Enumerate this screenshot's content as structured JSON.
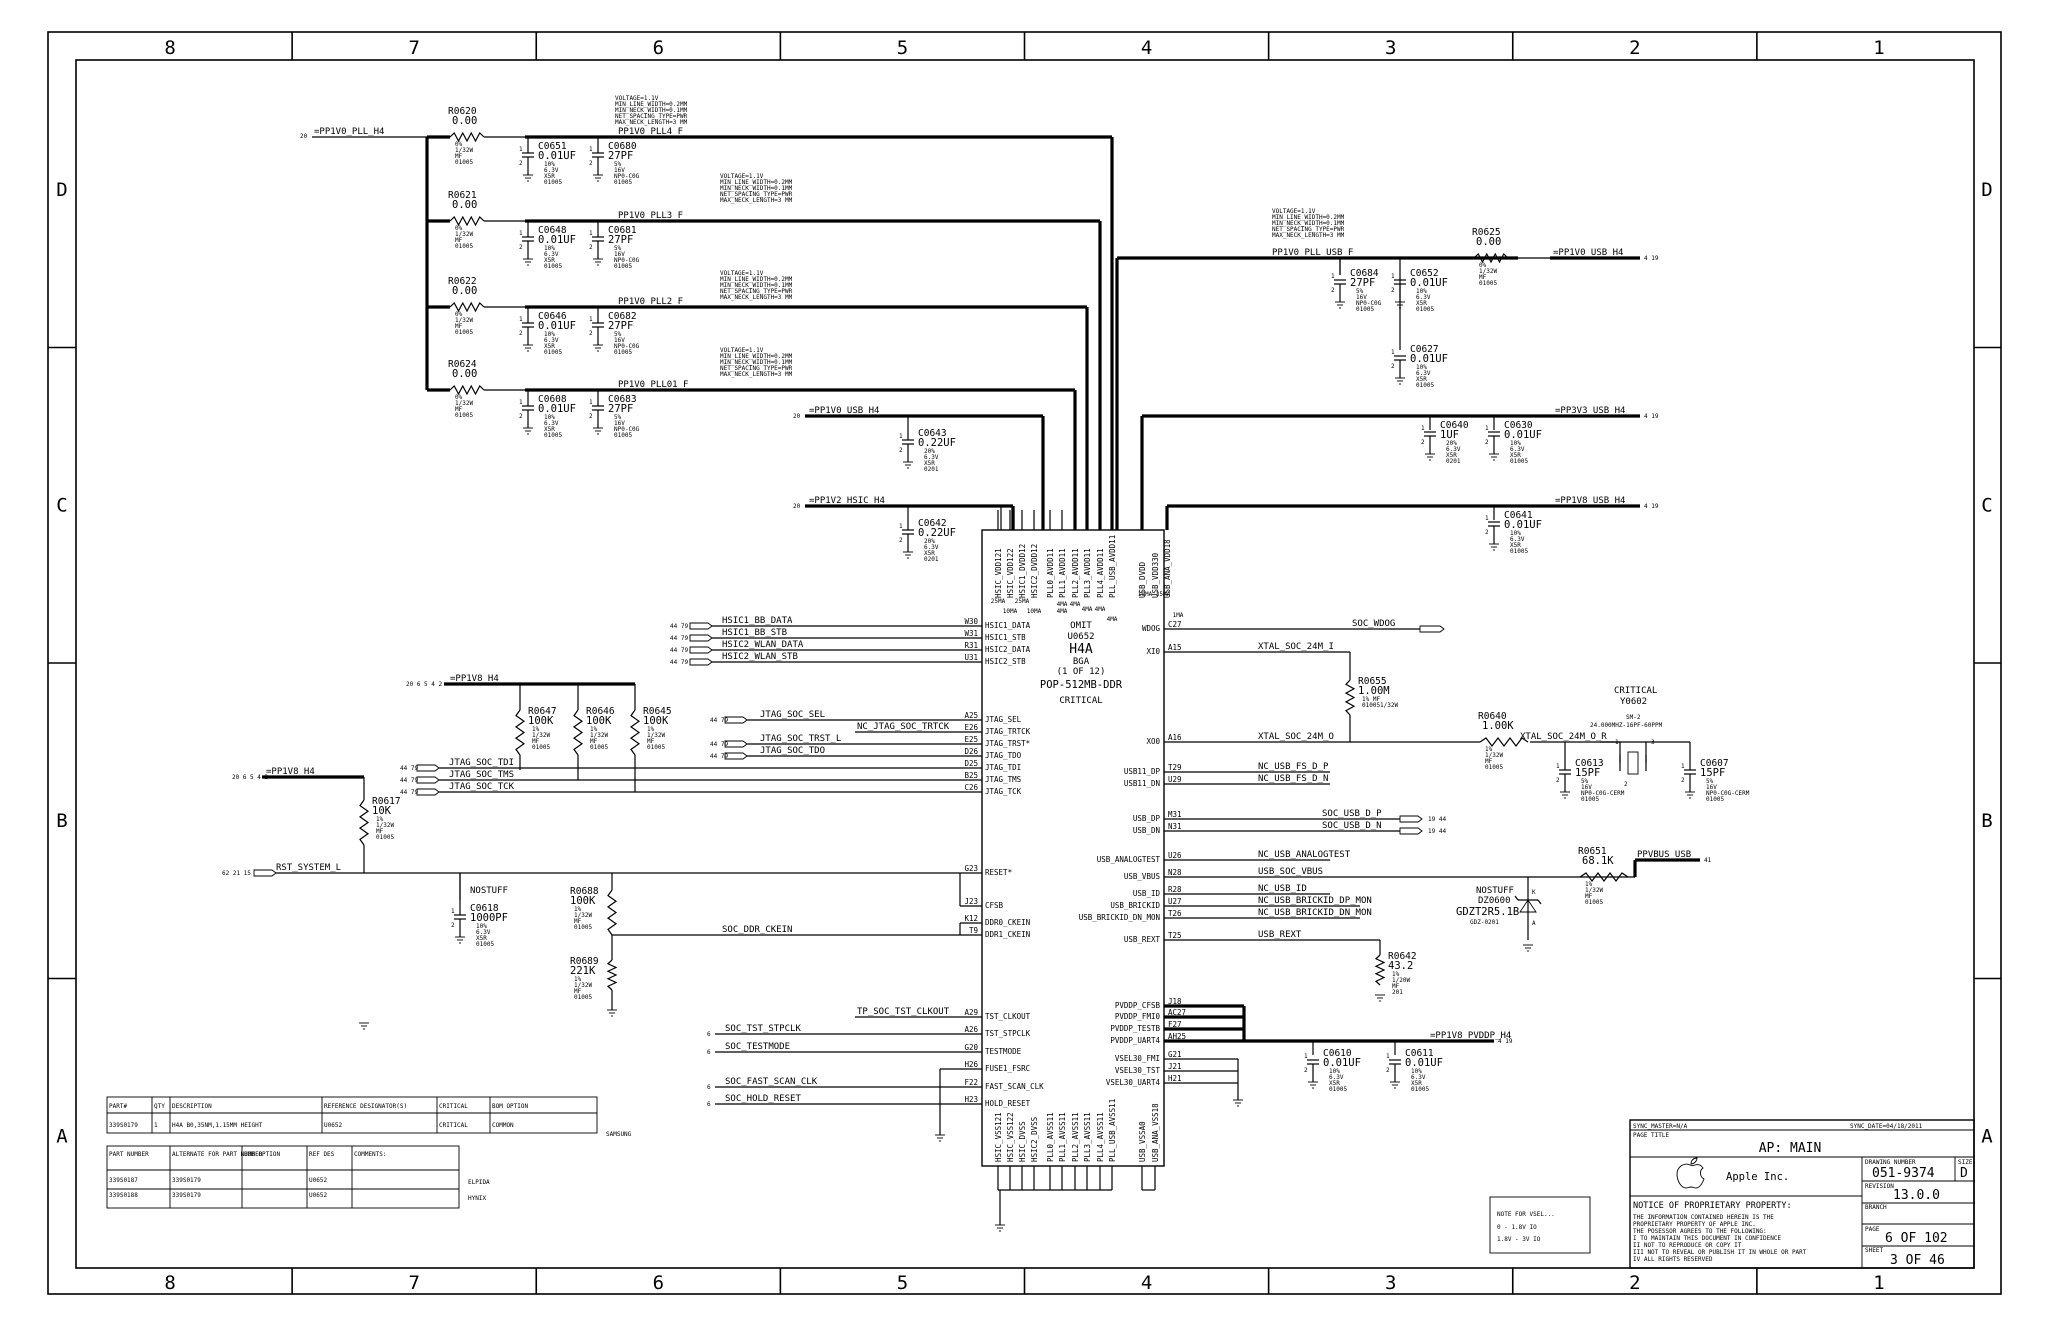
{
  "zones": {
    "columns": [
      "8",
      "7",
      "6",
      "5",
      "4",
      "3",
      "2",
      "1"
    ],
    "rows": [
      "D",
      "C",
      "B",
      "A"
    ]
  },
  "rails": [
    {
      "name": "=PP1V0_PLL_H4"
    },
    {
      "name": "PP1V0_PLL4_F"
    },
    {
      "name": "PP1V0_PLL3_F"
    },
    {
      "name": "PP1V0_PLL2_F"
    },
    {
      "name": "PP1V0_PLL01_F"
    },
    {
      "name": "=PP1V0_USB_H4"
    },
    {
      "name": "=PP1V2_HSIC_H4"
    },
    {
      "name": "PP1V0_PLL_USB_F"
    },
    {
      "name": "=PP1V0_USB_H4"
    },
    {
      "name": "=PP3V3_USB_H4"
    },
    {
      "name": "=PP1V8_USB_H4"
    },
    {
      "name": "=PP1V8_H4"
    },
    {
      "name": "=PP1V8_H4"
    },
    {
      "name": "=PP1V8_PVDDP_H4"
    },
    {
      "name": "PPVBUS_USB"
    }
  ],
  "net_rules": {
    "voltage": "VOLTAGE=1.1V",
    "min_line": "MIN_LINE_WIDTH=0.2MM",
    "min_neck": "MIN_NECK_WIDTH=0.1MM",
    "spacing": "NET_SPACING_TYPE=PWR",
    "max_neck": "MAX_NECK_LENGTH=3 MM"
  },
  "resistors": [
    {
      "ref": "R0620",
      "value": "0.00",
      "specs": [
        "0%",
        "1/32W",
        "MF",
        "01005"
      ]
    },
    {
      "ref": "R0621",
      "value": "0.00",
      "specs": [
        "0%",
        "1/32W",
        "MF",
        "01005"
      ]
    },
    {
      "ref": "R0622",
      "value": "0.00",
      "specs": [
        "0%",
        "1/32W",
        "MF",
        "01005"
      ]
    },
    {
      "ref": "R0624",
      "value": "0.00",
      "specs": [
        "0%",
        "1/32W",
        "MF",
        "01005"
      ]
    },
    {
      "ref": "R0625",
      "value": "0.00",
      "specs": [
        "0%",
        "1/32W",
        "MF",
        "01005"
      ]
    },
    {
      "ref": "R0647",
      "value": "100K",
      "specs": [
        "1%",
        "1/32W",
        "MF",
        "01005"
      ]
    },
    {
      "ref": "R0646",
      "value": "100K",
      "specs": [
        "1%",
        "1/32W",
        "MF",
        "01005"
      ]
    },
    {
      "ref": "R0645",
      "value": "100K",
      "specs": [
        "1%",
        "1/32W",
        "MF",
        "01005"
      ]
    },
    {
      "ref": "R0617",
      "value": "10K",
      "specs": [
        "1%",
        "1/32W",
        "MF",
        "01005"
      ]
    },
    {
      "ref": "R0688",
      "value": "100K",
      "specs": [
        "1%",
        "1/32W",
        "MF",
        "01005"
      ]
    },
    {
      "ref": "R0689",
      "value": "221K",
      "specs": [
        "1%",
        "1/32W",
        "MF",
        "01005"
      ]
    },
    {
      "ref": "R0655",
      "value": "1.00M",
      "specs": [
        "1% MF",
        "010051/32W"
      ]
    },
    {
      "ref": "R0640",
      "value": "1.00K",
      "specs": [
        "1%",
        "1/32W",
        "MF",
        "01005"
      ]
    },
    {
      "ref": "R0651",
      "value": "68.1K",
      "specs": [
        "1%",
        "1/32W",
        "MF",
        "01005"
      ]
    },
    {
      "ref": "R0642",
      "value": "43.2",
      "specs": [
        "1%",
        "1/20W",
        "MF",
        "201"
      ]
    }
  ],
  "capacitors": [
    {
      "ref": "C0651",
      "value": "0.01UF",
      "specs": [
        "10%",
        "6.3V",
        "X5R",
        "01005"
      ]
    },
    {
      "ref": "C0680",
      "value": "27PF",
      "specs": [
        "5%",
        "16V",
        "NP0-C0G",
        "01005"
      ]
    },
    {
      "ref": "C0648",
      "value": "0.01UF",
      "specs": [
        "10%",
        "6.3V",
        "X5R",
        "01005"
      ]
    },
    {
      "ref": "C0681",
      "value": "27PF",
      "specs": [
        "5%",
        "16V",
        "NP0-C0G",
        "01005"
      ]
    },
    {
      "ref": "C0646",
      "value": "0.01UF",
      "specs": [
        "10%",
        "6.3V",
        "X5R",
        "01005"
      ]
    },
    {
      "ref": "C0682",
      "value": "27PF",
      "specs": [
        "5%",
        "16V",
        "NP0-C0G",
        "01005"
      ]
    },
    {
      "ref": "C0608",
      "value": "0.01UF",
      "specs": [
        "10%",
        "6.3V",
        "X5R",
        "01005"
      ]
    },
    {
      "ref": "C0683",
      "value": "27PF",
      "specs": [
        "5%",
        "16V",
        "NP0-C0G",
        "01005"
      ]
    },
    {
      "ref": "C0643",
      "value": "0.22UF",
      "specs": [
        "20%",
        "6.3V",
        "X5R",
        "0201"
      ]
    },
    {
      "ref": "C0642",
      "value": "0.22UF",
      "specs": [
        "20%",
        "6.3V",
        "X5R",
        "0201"
      ]
    },
    {
      "ref": "C0684",
      "value": "27PF",
      "specs": [
        "5%",
        "16V",
        "NP0-C0G",
        "01005"
      ]
    },
    {
      "ref": "C0652",
      "value": "0.01UF",
      "specs": [
        "10%",
        "6.3V",
        "X5R",
        "01005"
      ]
    },
    {
      "ref": "C0627",
      "value": "0.01UF",
      "specs": [
        "10%",
        "6.3V",
        "X5R",
        "01005"
      ]
    },
    {
      "ref": "C0640",
      "value": "1UF",
      "specs": [
        "20%",
        "6.3V",
        "X5R",
        "0201"
      ]
    },
    {
      "ref": "C0630",
      "value": "0.01UF",
      "specs": [
        "10%",
        "6.3V",
        "X5R",
        "01005"
      ]
    },
    {
      "ref": "C0641",
      "value": "0.01UF",
      "specs": [
        "10%",
        "6.3V",
        "X5R",
        "01005"
      ]
    },
    {
      "ref": "C0613",
      "value": "15PF",
      "specs": [
        "5%",
        "16V",
        "NP0-C0G-CERM",
        "01005"
      ]
    },
    {
      "ref": "C0607",
      "value": "15PF",
      "specs": [
        "5%",
        "16V",
        "NP0-C0G-CERM",
        "01005"
      ]
    },
    {
      "ref": "C0618",
      "value": "1000PF",
      "specs": [
        "10%",
        "6.3V",
        "X5R",
        "01005"
      ]
    },
    {
      "ref": "C0610",
      "value": "0.01UF",
      "specs": [
        "10%",
        "6.3V",
        "X5R",
        "01005"
      ]
    },
    {
      "ref": "C0611",
      "value": "0.01UF",
      "specs": [
        "10%",
        "6.3V",
        "X5R",
        "01005"
      ]
    }
  ],
  "nostuff": "NOSTUFF",
  "chip": {
    "omit": "OMIT",
    "ref": "U0652",
    "name": "H4A",
    "pkg": "BGA",
    "part": "(1 OF 12)",
    "mem": "POP-512MB-DDR",
    "crit": "CRITICAL",
    "top_pins": [
      "HSIC_VDD121",
      "HSIC_VDD122",
      "HSIC1_DVDD12",
      "HSIC2_DVDD12",
      "PLL0_AVDD11",
      "PLL1_AVDD11",
      "PLL2_AVDD11",
      "PLL3_AVDD11",
      "PLL4_AVDD11",
      "PLL_USB_AVDD11"
    ],
    "top_pins_r": [
      "USB_DVDD",
      "USB_VDD330",
      "USB_ANA_VDD18"
    ],
    "left_pins": [
      {
        "num": "W30",
        "name": "HSIC1_DATA"
      },
      {
        "num": "W31",
        "name": "HSIC1_STB"
      },
      {
        "num": "R31",
        "name": "HSIC2_DATA"
      },
      {
        "num": "U31",
        "name": "HSIC2_STB"
      },
      {
        "num": "A25",
        "name": "JTAG_SEL"
      },
      {
        "num": "E26",
        "name": "JTAG_TRTCK"
      },
      {
        "num": "E25",
        "name": "JTAG_TRST*"
      },
      {
        "num": "D26",
        "name": "JTAG_TDO"
      },
      {
        "num": "D25",
        "name": "JTAG_TDI"
      },
      {
        "num": "B25",
        "name": "JTAG_TMS"
      },
      {
        "num": "C26",
        "name": "JTAG_TCK"
      },
      {
        "num": "G23",
        "name": "RESET*"
      },
      {
        "num": "J23",
        "name": "CFSB"
      },
      {
        "num": "K12",
        "name": "DDR0_CKEIN"
      },
      {
        "num": "T9",
        "name": "DDR1_CKEIN"
      },
      {
        "num": "A29",
        "name": "TST_CLKOUT"
      },
      {
        "num": "A26",
        "name": "TST_STPCLK"
      },
      {
        "num": "G20",
        "name": "TESTMODE"
      },
      {
        "num": "H26",
        "name": "FUSE1_FSRC"
      },
      {
        "num": "F22",
        "name": "FAST_SCAN_CLK"
      },
      {
        "num": "H23",
        "name": "HOLD_RESET"
      }
    ],
    "right_pins": [
      {
        "num": "C27",
        "name": "WDOG"
      },
      {
        "num": "A15",
        "name": "XI0"
      },
      {
        "num": "A16",
        "name": "XO0"
      },
      {
        "num": "T29",
        "name": "USB11_DP"
      },
      {
        "num": "U29",
        "name": "USB11_DN"
      },
      {
        "num": "M31",
        "name": "USB_DP"
      },
      {
        "num": "N31",
        "name": "USB_DN"
      },
      {
        "num": "U26",
        "name": "USB_ANALOGTEST"
      },
      {
        "num": "N28",
        "name": "USB_VBUS"
      },
      {
        "num": "R28",
        "name": "USB_ID"
      },
      {
        "num": "U27",
        "name": "USB_BRICKID"
      },
      {
        "num": "T26",
        "name": "USB_BRICKID_DN_MON"
      },
      {
        "num": "T25",
        "name": "USB_REXT"
      },
      {
        "num": "J18",
        "name": "PVDDP_CFSB"
      },
      {
        "num": "AC27",
        "name": "PVDDP_FMI0"
      },
      {
        "num": "F27",
        "name": "PVDDP_TESTB"
      },
      {
        "num": "AH25",
        "name": "PVDDP_UART4"
      },
      {
        "num": "G21",
        "name": "VSEL30_FMI"
      },
      {
        "num": "J21",
        "name": "VSEL30_TST"
      },
      {
        "num": "H21",
        "name": "VSEL30_UART4"
      }
    ],
    "bottom_pins": [
      "HSIC_VSS121",
      "HSIC_VSS122",
      "HSIC_DVSS",
      "HSIC2_DVSS",
      "PLL0_AVSS11",
      "PLL1_AVSS11",
      "PLL2_AVSS11",
      "PLL3_AVSS11",
      "PLL4_AVSS11",
      "PLL_USB_AVSS11",
      "USB_VSSA0",
      "USB_ANA_VSS18"
    ]
  },
  "nets": {
    "hsic1_bb_data": "HSIC1_BB_DATA",
    "hsic1_bb_stb": "HSIC1_BB_STB",
    "hsic2_wlan_data": "HSIC2_WLAN_DATA",
    "hsic2_wlan_stb": "HSIC2_WLAN_STB",
    "jtag_soc_sel": "JTAG_SOC_SEL",
    "nc_jtag_trtck": "NC_JTAG_SOC_TRTCK",
    "jtag_soc_trst": "JTAG_SOC_TRST_L",
    "jtag_soc_tdo": "JTAG_SOC_TDO",
    "jtag_soc_tdi": "JTAG_SOC_TDI",
    "jtag_soc_tms": "JTAG_SOC_TMS",
    "jtag_soc_tck": "JTAG_SOC_TCK",
    "rst_system": "RST_SYSTEM_L",
    "soc_ddr_ckein": "SOC_DDR_CKEIN",
    "tp_tst_clkout": "TP_SOC_TST_CLKOUT",
    "soc_tst_stpclk": "SOC_TST_STPCLK",
    "soc_testmode": "SOC_TESTMODE",
    "soc_fast_scan": "SOC_FAST_SCAN_CLK",
    "soc_hold_reset": "SOC_HOLD_RESET",
    "soc_wdog": "SOC_WDOG",
    "xtal_i": "XTAL_SOC_24M_I",
    "xtal_o": "XTAL_SOC_24M_O",
    "xtal_o_r": "XTAL_SOC_24M_O_R",
    "nc_usb_fs_p": "NC_USB_FS_D_P",
    "nc_usb_fs_n": "NC_USB_FS_D_N",
    "soc_usb_p": "SOC_USB_D_P",
    "soc_usb_n": "SOC_USB_D_N",
    "nc_usb_analogtest": "NC_USB_ANALOGTEST",
    "usb_soc_vbus": "USB_SOC_VBUS",
    "nc_usb_id": "NC_USB_ID",
    "nc_brickid_dp": "NC_USB_BRICKID_DP_MON",
    "nc_brickid_dn": "NC_USB_BRICKID_DN_MON",
    "usb_rext": "USB_REXT"
  },
  "currents": [
    "25MA",
    "25MA",
    "10MA",
    "10MA",
    "4MA",
    "4MA",
    "4MA",
    "4MA",
    "4MA",
    "4MA",
    "10MA",
    "35MA",
    "1MA"
  ],
  "crystal": {
    "crit": "CRITICAL",
    "ref": "Y0602",
    "pkg": "SM-2",
    "spec": "24.000MHZ-16PF-60PPM"
  },
  "diode": {
    "nostuff": "NOSTUFF",
    "ref": "DZ0600",
    "part": "GDZT2R5.1B",
    "pkg": "GDZ-0201"
  },
  "bom_table": {
    "headers": [
      "PART#",
      "QTY",
      "DESCRIPTION",
      "REFERENCE DESIGNATOR(S)",
      "CRITICAL",
      "BOM OPTION"
    ],
    "row": [
      "339S0179",
      "1",
      "H4A B0,35NM,1.15MM HEIGHT",
      "U0652",
      "CRITICAL",
      "COMMON"
    ],
    "vendor": "SAMSUNG"
  },
  "alt_table": {
    "headers": [
      "PART NUMBER",
      "ALTERNATE FOR PART NUMBER",
      "BOM OPTION",
      "REF DES",
      "COMMENTS:"
    ],
    "rows": [
      [
        "339S0187",
        "339S0179",
        "",
        "U0652",
        "ELPIDA"
      ],
      [
        "339S0188",
        "339S0179",
        "",
        "U0652",
        "HYNIX"
      ]
    ]
  },
  "vsel_note": {
    "title": "NOTE FOR VSEL...",
    "l1": "0     - 1.8V IO",
    "l2": "1.8V - 3V IO"
  },
  "title_block": {
    "sync_master": "SYNC_MASTER=N/A",
    "sync_date": "SYNC_DATE=04/18/2011",
    "page_title_lbl": "PAGE TITLE",
    "title": "AP: MAIN",
    "company": "Apple Inc.",
    "dwg_lbl": "DRAWING NUMBER",
    "dwg": "051-9374",
    "size_lbl": "SIZE",
    "size": "D",
    "rev_lbl": "REVISION",
    "rev": "13.0.0",
    "branch_lbl": "BRANCH",
    "page_lbl": "PAGE",
    "page": "6 OF 102",
    "sheet_lbl": "SHEET",
    "sheet": "3 OF 46",
    "notice": "NOTICE OF PROPRIETARY PROPERTY:",
    "notice_lines": [
      "THE INFORMATION CONTAINED HEREIN IS THE",
      "PROPRIETARY PROPERTY OF APPLE INC.",
      "THE POSESSOR AGREES TO THE FOLLOWING:",
      "I TO MAINTAIN THIS DOCUMENT IN CONFIDENCE",
      "II NOT TO REPRODUCE OR COPY IT",
      "III NOT TO REVEAL OR PUBLISH IT IN WHOLE OR PART",
      "IV ALL RIGHTS RESERVED"
    ]
  }
}
